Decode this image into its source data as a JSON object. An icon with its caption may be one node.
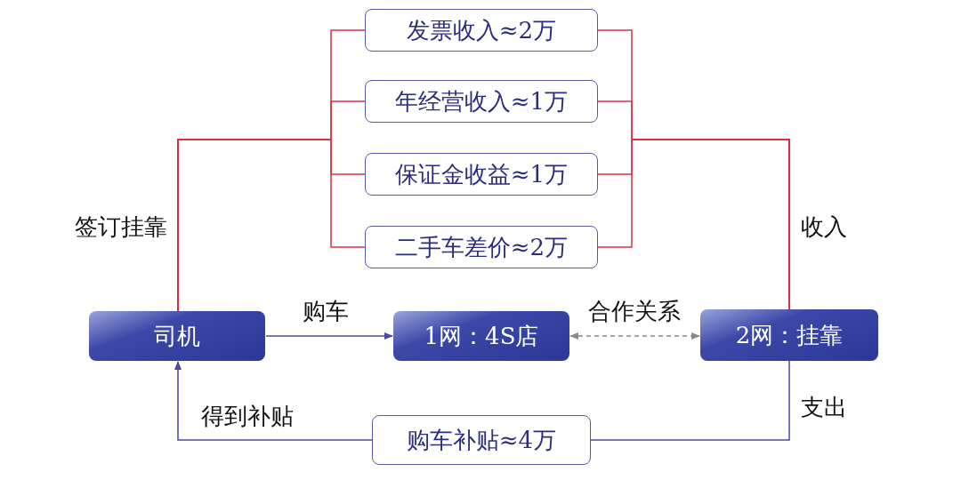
{
  "diagram": {
    "nodes": [
      {
        "text": [
          "司机"
        ]
      },
      {
        "text": [
          "1网：4S店"
        ]
      },
      {
        "text": [
          "2网：挂靠"
        ]
      },
      {
        "text": [
          "发票收入≈2万"
        ]
      },
      {
        "text": [
          "年经营收入≈1万"
        ]
      },
      {
        "text": [
          "保证金收益≈1万"
        ]
      },
      {
        "text": [
          "二手车差价≈2万"
        ]
      },
      {
        "text": [
          "购车补贴≈4万"
        ]
      }
    ],
    "edges": [
      {
        "from": 0,
        "to": 1,
        "arrow": "to",
        "label": "购车",
        "color": "#4a4aa0"
      },
      {
        "from": 1,
        "to": 2,
        "arrow": "both",
        "label": "合作关系",
        "style": "dashed",
        "color": "#8a8a8a"
      },
      {
        "from": 0,
        "to": 3,
        "arrow": "none",
        "label": "签订挂靠"
      },
      {
        "from": 0,
        "to": 4,
        "arrow": "none"
      },
      {
        "from": 0,
        "to": 5,
        "arrow": "none"
      },
      {
        "from": 0,
        "to": 6,
        "arrow": "none"
      },
      {
        "from": 3,
        "to": 2,
        "arrow": "none",
        "label": "收入"
      },
      {
        "from": 4,
        "to": 2,
        "arrow": "none"
      },
      {
        "from": 5,
        "to": 2,
        "arrow": "none"
      },
      {
        "from": 6,
        "to": 2,
        "arrow": "none"
      },
      {
        "from": 2,
        "to": 7,
        "arrow": "none",
        "label": "支出",
        "color": "#4a4aa0"
      },
      {
        "from": 7,
        "to": 0,
        "arrow": "to",
        "label": "得到补贴",
        "color": "#4a4aa0"
      }
    ]
  }
}
